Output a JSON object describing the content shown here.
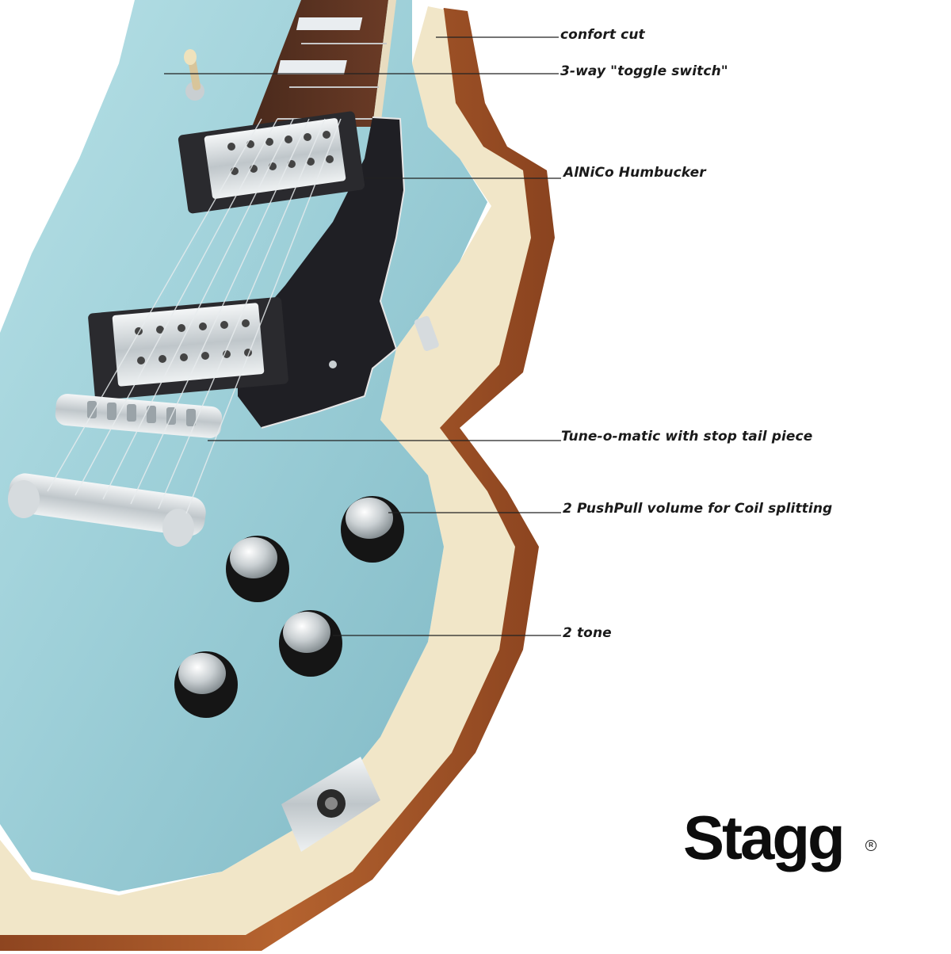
{
  "callouts": {
    "comfort_cut": "confort cut",
    "toggle_switch": "3-way \"toggle switch\"",
    "humbucker": "AlNiCo Humbucker",
    "bridge": "Tune-o-matic with stop tail piece",
    "volume": "2 PushPull volume for Coil splitting",
    "tone": "2 tone"
  },
  "brand": {
    "name": "Stagg",
    "registered_mark": "R"
  },
  "colors": {
    "body_finish": "#9fd0d8",
    "binding": "#f1e6c8",
    "wood_side": "#a8582a",
    "pickguard": "#1e1e22",
    "chrome": "#d8dde0",
    "knob": "#151515",
    "callout_line": "#222222"
  }
}
